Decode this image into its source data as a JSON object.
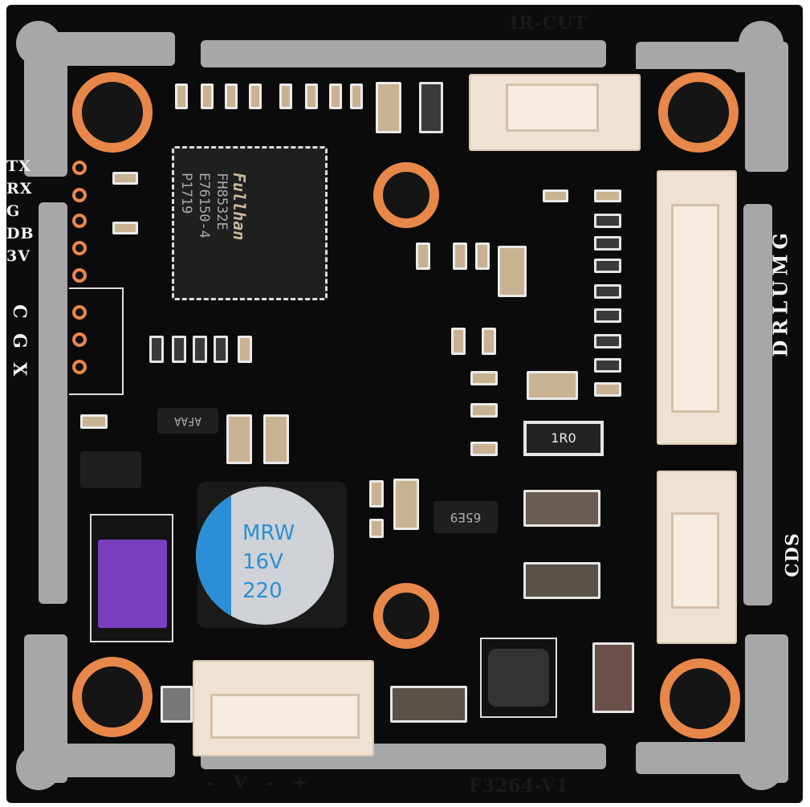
{
  "silkscreen": {
    "ir_cut": "IR-CUT",
    "pins_left": [
      "TX",
      "RX",
      "G",
      "DB",
      "3V"
    ],
    "pins_left2": [
      "C",
      "G",
      "X"
    ],
    "right_connector": "DRLUMG",
    "cds": "CDS",
    "power": "- V - +",
    "board_id": "F3264-V1"
  },
  "chip": {
    "brand": "Fullhan",
    "model": "FH8532E",
    "lot": "E76150-4",
    "date": "P1719"
  },
  "resistor_label": "1R0",
  "transistor_1": "AFAA",
  "transistor_2": "65E9",
  "capacitor": {
    "line1": "MRW",
    "line2": "16V",
    "line3": "220",
    "color": "#2a8fd6"
  },
  "colors": {
    "board": "#0c0c0c",
    "pad": "#e8874a",
    "slot": "#a7a7a9",
    "connector": "#efe2d2",
    "diode": "#7a3fbf"
  }
}
